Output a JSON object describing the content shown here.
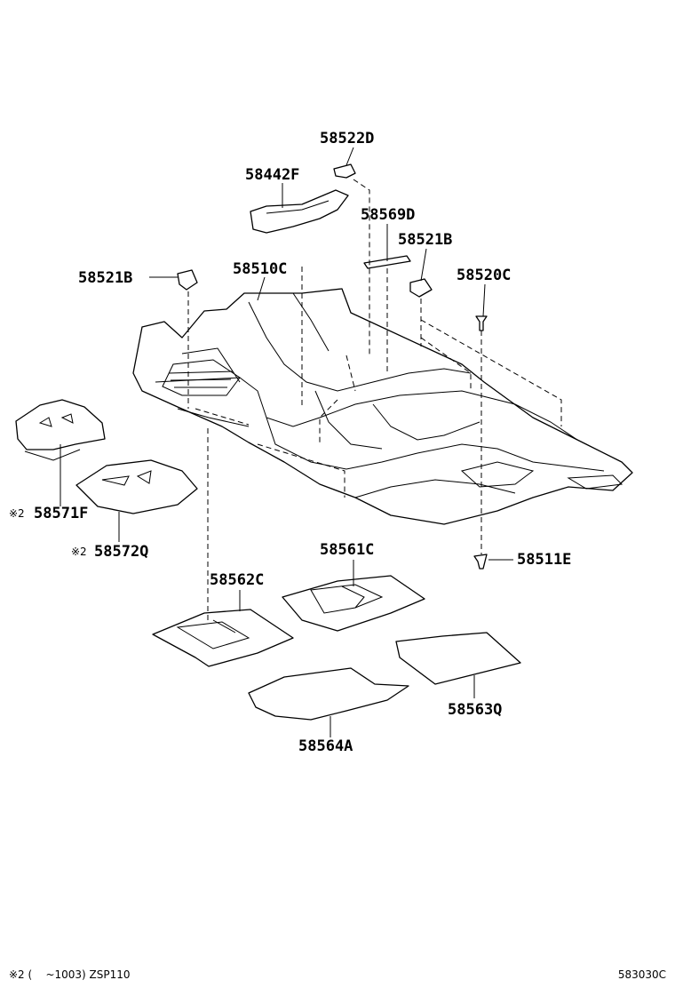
{
  "parts": {
    "p58522D": "58522D",
    "p58442F": "58442F",
    "p58569D": "58569D",
    "p58521B_right": "58521B",
    "p58521B_left": "58521B",
    "p58510C": "58510C",
    "p58520C": "58520C",
    "p58571F": "58571F",
    "p58572Q": "58572Q",
    "p58511E": "58511E",
    "p58561C": "58561C",
    "p58562C": "58562C",
    "p58563Q": "58563Q",
    "p58564A": "58564A"
  },
  "notes": {
    "mark_58571F": "※2",
    "mark_58572Q": "※2"
  },
  "footer": {
    "note": "※2 (    ~1003) ZSP110",
    "code": "583030C"
  }
}
